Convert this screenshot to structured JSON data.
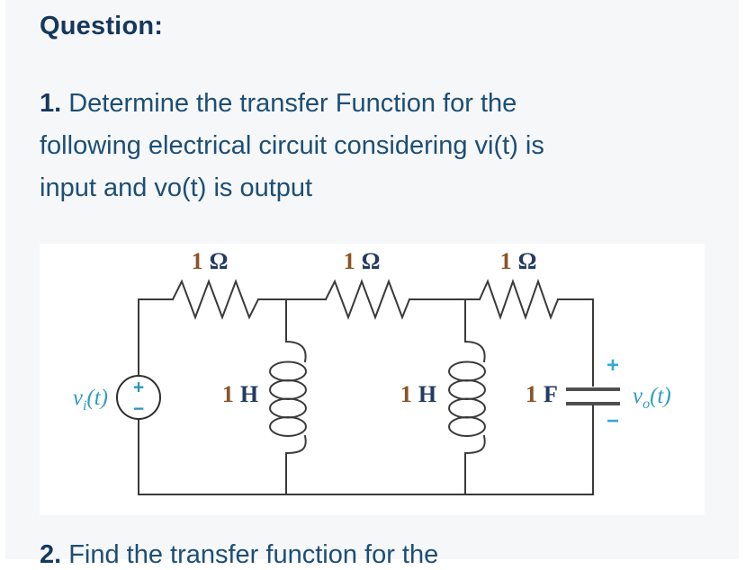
{
  "header": {
    "title": "Question:"
  },
  "question1": {
    "number": "1.",
    "lines": [
      "Determine the transfer Function for the",
      "following electrical circuit considering vi(t) is",
      "input and vo(t) is output"
    ]
  },
  "circuit": {
    "resistors": [
      {
        "num": "1",
        "unit": "Ω"
      },
      {
        "num": "1",
        "unit": "Ω"
      },
      {
        "num": "1",
        "unit": "Ω"
      }
    ],
    "inductors": [
      {
        "num": "1",
        "unit": "H"
      },
      {
        "num": "1",
        "unit": "H"
      }
    ],
    "capacitor": {
      "num": "1",
      "unit": "F"
    },
    "source_label": {
      "symbol": "v",
      "subscript": "i",
      "suffix": "(t)"
    },
    "source_polarity": {
      "plus": "+",
      "minus": "−"
    },
    "output_label": {
      "symbol": "v",
      "subscript": "o",
      "suffix": "(t)"
    },
    "output_polarity": {
      "plus": "+",
      "minus": "−"
    },
    "colors": {
      "wire": "#3a3a3a",
      "capacitor_plate": "#4f4f4f",
      "value_number": "#8a5427",
      "value_unit": "#233a63",
      "label_teal": "#2f9cc1",
      "sign_cyan": "#35abd6",
      "sign_teal": "#2e96b8",
      "text_navy": "#1d4e75",
      "heading_navy": "#15375d",
      "page_background": "#f6f7f9",
      "card_background": "#ffffff"
    }
  },
  "question2": {
    "number": "2.",
    "partial_text": "Find the transfer function for the"
  }
}
